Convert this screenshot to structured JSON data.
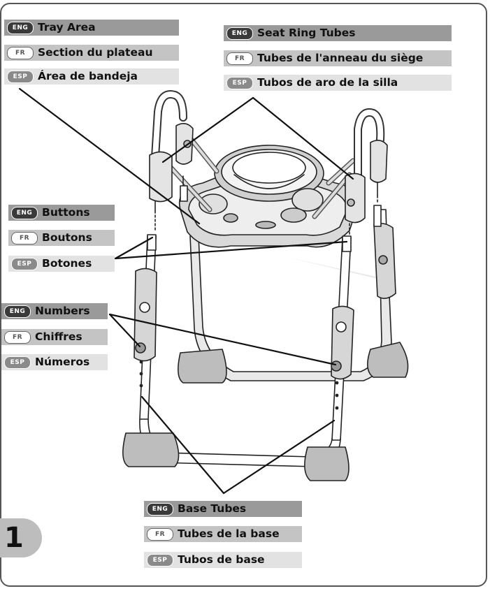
{
  "figure": {
    "step_number": "1"
  },
  "badges": {
    "eng": "ENG",
    "fr": "FR",
    "esp": "ESP"
  },
  "callouts": {
    "tray_area": {
      "eng": "Tray Area",
      "fr": "Section du plateau",
      "esp": "Área de bandeja"
    },
    "seat_ring_tubes": {
      "eng": "Seat Ring Tubes",
      "fr": "Tubes de l'anneau du siège",
      "esp": "Tubos de aro de la silla"
    },
    "buttons": {
      "eng": "Buttons",
      "fr": "Boutons",
      "esp": "Botones"
    },
    "numbers": {
      "eng": "Numbers",
      "fr": "Chiffres",
      "esp": "Números"
    },
    "base_tubes": {
      "eng": "Base Tubes",
      "fr": "Tubes de la base",
      "esp": "Tubos de base"
    }
  }
}
